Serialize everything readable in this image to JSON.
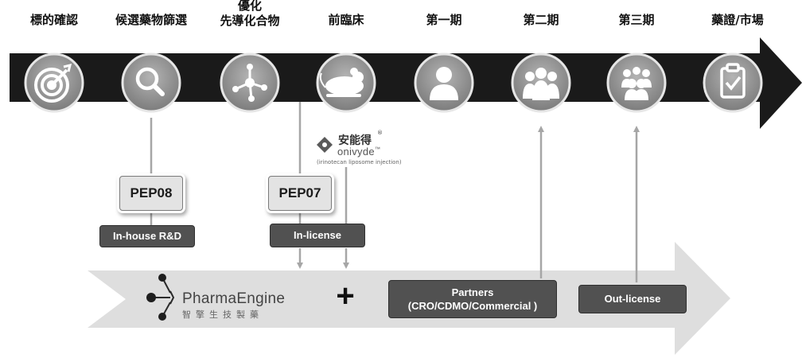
{
  "stages": [
    {
      "label": "標的確認",
      "icon": "target-icon"
    },
    {
      "label": "候選藥物篩選",
      "icon": "magnifier-icon"
    },
    {
      "label_line1": "優化",
      "label_line2": "先導化合物",
      "icon": "molecule-icon"
    },
    {
      "label": "前臨床",
      "icon": "mouse-icon"
    },
    {
      "label": "第一期",
      "icon": "person-icon"
    },
    {
      "label": "第二期",
      "icon": "group-icon"
    },
    {
      "label": "第三期",
      "icon": "crowd-icon"
    },
    {
      "label": "藥證/市場",
      "icon": "clipboard-check-icon"
    }
  ],
  "onivyde": {
    "name_cn": "安能得",
    "registered": "®",
    "name_en": "onivyde",
    "trademark": "™",
    "generic": "(irinotecan liposome injection)"
  },
  "assets": {
    "pep08": "PEP08",
    "pep07": "PEP07",
    "in_house": "In-house R&D",
    "in_license": "In-license"
  },
  "company": {
    "name": "PharmaEngine",
    "name_cn": "智擎生技製藥"
  },
  "plus_sign": "+",
  "partners": {
    "line1": "Partners",
    "line2": "(CRO/CDMO/Commercial )"
  },
  "out_license": "Out-license"
}
